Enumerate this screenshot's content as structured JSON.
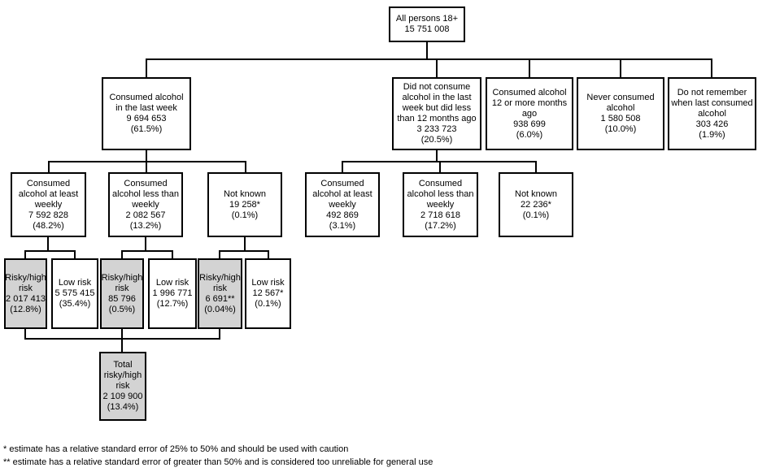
{
  "diagram": {
    "nodes": {
      "root": {
        "label": "All persons 18+",
        "value": "15 751 008"
      },
      "lastWeek": {
        "label": "Consumed alcohol in the last week",
        "value": "9 694 653",
        "percent": "(61.5%)"
      },
      "notLastWeek": {
        "label": "Did not consume alcohol in the last week but did less than 12 months ago",
        "value": "3 233 723",
        "percent": "(20.5%)"
      },
      "months12": {
        "label": "Consumed alcohol 12 or more months ago",
        "value": "938 699",
        "percent": "(6.0%)"
      },
      "never": {
        "label": "Never consumed alcohol",
        "value": "1 580 508",
        "percent": "(10.0%)"
      },
      "noRemember": {
        "label": "Do not remember when last consumed alcohol",
        "value": "303 426",
        "percent": "(1.9%)"
      },
      "lwWeekly": {
        "label": "Consumed alcohol at least weekly",
        "value": "7 592 828",
        "percent": "(48.2%)"
      },
      "lwLess": {
        "label": "Consumed alcohol less than weekly",
        "value": "2 082 567",
        "percent": "(13.2%)"
      },
      "lwUnknown": {
        "label": "Not known",
        "value": "19 258*",
        "percent": "(0.1%)"
      },
      "nlwWeekly": {
        "label": "Consumed alcohol at least weekly",
        "value": "492 869",
        "percent": "(3.1%)"
      },
      "nlwLess": {
        "label": "Consumed alcohol less than weekly",
        "value": "2 718 618",
        "percent": "(17.2%)"
      },
      "nlwUnknown": {
        "label": "Not known",
        "value": "22 236*",
        "percent": "(0.1%)"
      },
      "weeklyRisky": {
        "label": "Risky/high risk",
        "value": "2 017 413",
        "percent": "(12.8%)"
      },
      "weeklyLow": {
        "label": "Low risk",
        "value": "5 575 415",
        "percent": "(35.4%)"
      },
      "lessRisky": {
        "label": "Risky/high risk",
        "value": "85 796",
        "percent": "(0.5%)"
      },
      "lessLow": {
        "label": "Low risk",
        "value": "1 996 771",
        "percent": "(12.7%)"
      },
      "unknownRisky": {
        "label": "Risky/high risk",
        "value": "6 691**",
        "percent": "(0.04%)"
      },
      "unknownLow": {
        "label": "Low risk",
        "value": "12 567*",
        "percent": "(0.1%)"
      },
      "totalRisky": {
        "label": "Total risky/high risk",
        "value": "2 109 900",
        "percent": "(13.4%)"
      }
    },
    "footnotes": [
      "* estimate has a relative standard error of 25% to 50% and should be used with caution",
      "** estimate has a relative standard error of greater than 50% and is considered too unreliable for general use"
    ],
    "colors": {
      "border": "#000000",
      "shaded_fill": "#d3d3d3",
      "background": "#ffffff",
      "text": "#000000"
    }
  }
}
